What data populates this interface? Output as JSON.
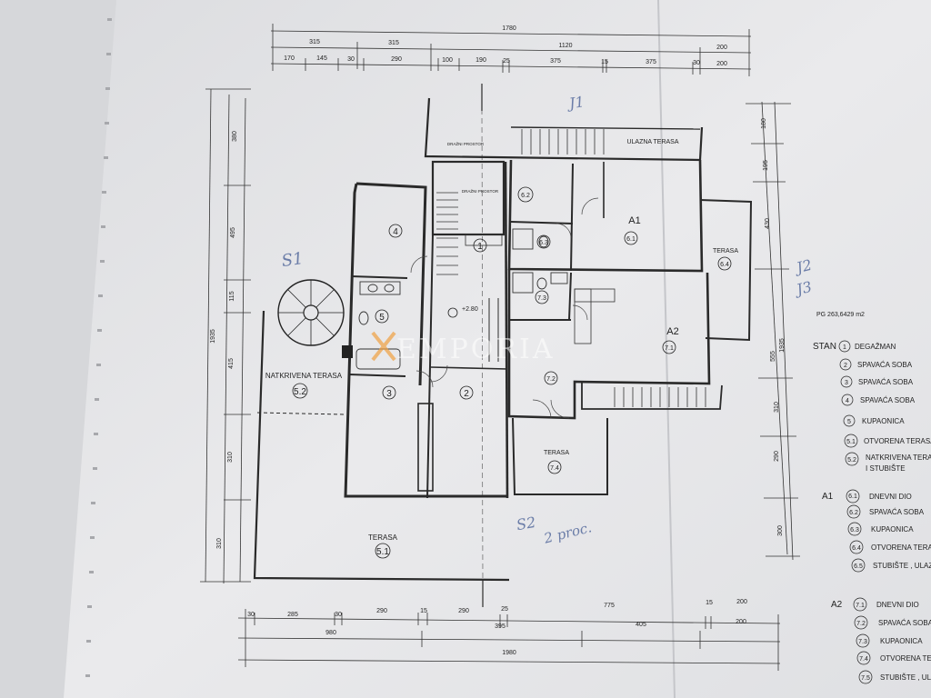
{
  "top_dims": {
    "row1": [
      "1780"
    ],
    "row2": [
      "315",
      "315",
      "1120",
      "200"
    ],
    "row3": [
      "170",
      "145",
      "30",
      "290",
      "100",
      "190",
      "25",
      "375",
      "15",
      "375",
      "30",
      "200"
    ]
  },
  "bottom_dims": {
    "row1": [
      "30",
      "285",
      "30",
      "290",
      "15",
      "290",
      "25",
      "775",
      "15",
      "200"
    ],
    "row2": [
      "980",
      "395",
      "405",
      "200"
    ],
    "row3": [
      "1980"
    ]
  },
  "left_dims": [
    "1935",
    "380",
    "495",
    "115",
    "415",
    "310",
    "310"
  ],
  "right_dims": [
    "1935",
    "180",
    "195",
    "430",
    "555",
    "290",
    "300",
    "310"
  ],
  "rooms": {
    "r4": "4",
    "r5": "5",
    "r3": "3",
    "r2": "2",
    "r1": "1",
    "r62": "6.2",
    "r63": "6.3",
    "r61": "6.1",
    "r64": "6.4",
    "r73": "7.3",
    "r71": "7.1",
    "r72": "7.2",
    "r74": "7.4",
    "r52": "5.2",
    "r51": "5.1",
    "a1": "A1",
    "a2": "A2",
    "natkrivena": "NATKRIVENA TERASA",
    "terasa_main": "TERASA",
    "terasa_64": "TERASA",
    "terasa_74": "TERASA",
    "ulazna": "ULAZNA TERASA",
    "drazni1": "DRAŽNI PROSTOR",
    "drazni2": "DRAŽNI PROSTOR",
    "level": "+2.80"
  },
  "area_note": "PG 263,6429 m2",
  "legend": {
    "stan": {
      "title": "STAN",
      "items": [
        {
          "num": "1",
          "label": "DEGAŽMAN"
        },
        {
          "num": "2",
          "label": "SPAVAĆA SOBA"
        },
        {
          "num": "3",
          "label": "SPAVAĆA SOBA"
        },
        {
          "num": "4",
          "label": "SPAVAĆA SOBA"
        },
        {
          "num": "5",
          "label": "KUPAONICA"
        },
        {
          "num": "5.1",
          "label": "OTVORENA TERASA"
        },
        {
          "num": "5.2",
          "label": "NATKRIVENA TERASA"
        },
        {
          "num": "",
          "label": "I STUBIŠTE"
        }
      ]
    },
    "a1": {
      "title": "A1",
      "items": [
        {
          "num": "6.1",
          "label": "DNEVNI DIO"
        },
        {
          "num": "6.2",
          "label": "SPAVAĆA SOBA"
        },
        {
          "num": "6.3",
          "label": "KUPAONICA"
        },
        {
          "num": "6.4",
          "label": "OTVORENA TERASA"
        },
        {
          "num": "6.5",
          "label": "STUBIŠTE , ULAZNA"
        }
      ]
    },
    "a2": {
      "title": "A2",
      "items": [
        {
          "num": "7.1",
          "label": "DNEVNI DIO"
        },
        {
          "num": "7.2",
          "label": "SPAVAĆA SOBA"
        },
        {
          "num": "7.3",
          "label": "KUPAONICA"
        },
        {
          "num": "7.4",
          "label": "OTVORENA TERA"
        },
        {
          "num": "7.5",
          "label": "STUBIŠTE , ULAZ"
        }
      ]
    }
  },
  "handwriting": {
    "h1": "S1",
    "h2": "S2",
    "h3": "2 proc.",
    "h4": "J1",
    "h5": "J2",
    "h6": "J3"
  },
  "watermark": "EMPORIA"
}
